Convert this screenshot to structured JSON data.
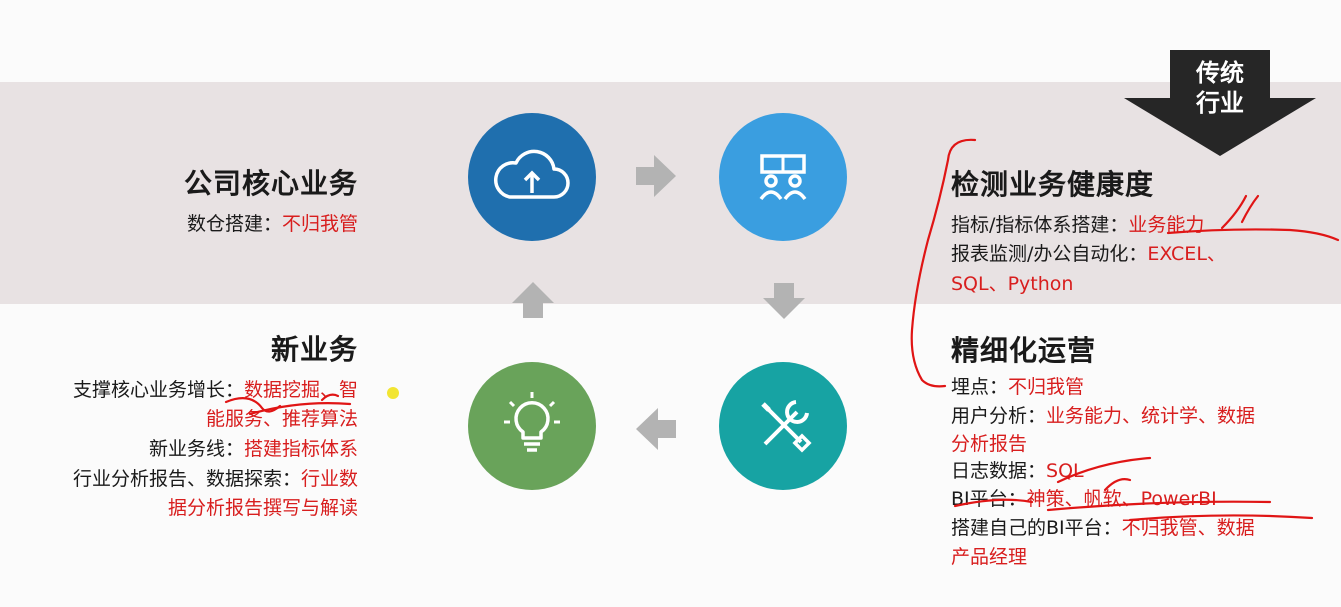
{
  "badge": {
    "line1": "传统",
    "line2": "行业"
  },
  "core": {
    "title": "公司核心业务",
    "line_label": "数仓搭建：",
    "line_value": "不归我管"
  },
  "health": {
    "title": "检测业务健康度",
    "l1_label": "指标/指标体系搭建：",
    "l1_value": "业务能力",
    "l2_label": "报表监测/办公自动化：",
    "l2_value": "EXCEL、",
    "l3_value": "SQL、Python"
  },
  "ops": {
    "title": "精细化运营",
    "l1_label": "埋点：",
    "l1_value": "不归我管",
    "l2_label": "用户分析：",
    "l2_value": "业务能力、统计学、数据",
    "l3_value": "分析报告",
    "l4_label": "日志数据：",
    "l4_value": "SQL",
    "l5_label": "BI平台：",
    "l5_value": "神策、帆软、PowerBI",
    "l6_label": "搭建自己的BI平台：",
    "l6_value": "不归我管、数据",
    "l7_value": "产品经理"
  },
  "newbiz": {
    "title": "新业务",
    "l1_label": "支撑核心业务增长：",
    "l1_value": "数据挖掘、智",
    "l2_value": "能服务、推荐算法",
    "l3_label": "新业务线：",
    "l3_value": "搭建指标体系",
    "l4_label": "行业分析报告、数据探索：",
    "l4_value": "行业数",
    "l5_value": "据分析报告撰写与解读"
  },
  "icons": {
    "cloud": "cloud-upload-icon",
    "team": "team-board-icon",
    "tools": "wrench-screwdriver-icon",
    "bulb": "lightbulb-icon",
    "arrow": "gray-arrow-icon"
  },
  "colors": {
    "band": "#e8e2e3",
    "circle_dark_blue": "#1f6fae",
    "circle_light_blue": "#3a9ee0",
    "circle_teal": "#17a3a3",
    "circle_green": "#69a35a",
    "highlight_red": "#d81e1e",
    "arrow_gray": "#b3b3b3"
  }
}
